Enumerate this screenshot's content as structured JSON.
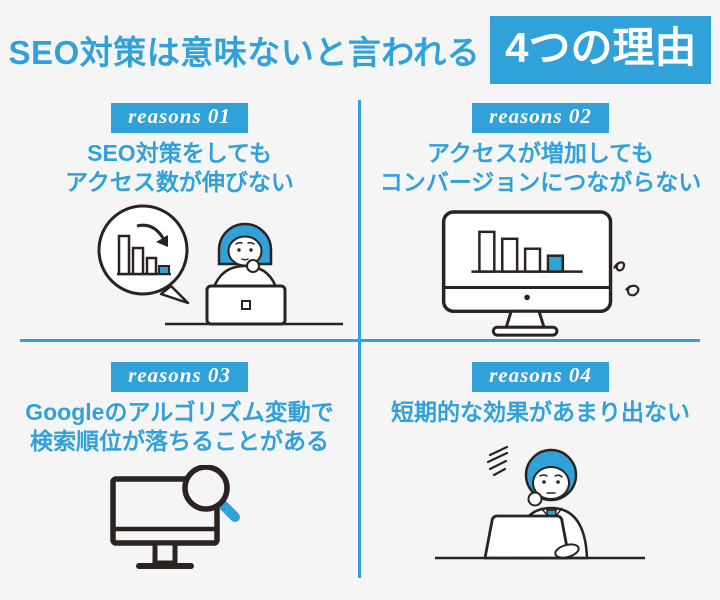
{
  "header": {
    "title": "SEO対策は意味ないと言われる",
    "highlight": "4つの理由"
  },
  "colors": {
    "accent": "#31a1da",
    "ink": "#2a2320",
    "bg": "#f5f5f6",
    "white": "#ffffff"
  },
  "reasons": [
    {
      "badge": "reasons 01",
      "heading_lines": [
        "SEO対策をしても",
        "アクセス数が伸びない"
      ],
      "illustration": "woman-thinking-at-laptop-with-declining-chart-bubble"
    },
    {
      "badge": "reasons 02",
      "heading_lines": [
        "アクセスが増加しても",
        "コンバージョンにつながらない"
      ],
      "illustration": "desktop-monitor-with-declining-bar-chart"
    },
    {
      "badge": "reasons 03",
      "heading_lines": [
        "Googleのアルゴリズム変動で",
        "検索順位が落ちることがある"
      ],
      "illustration": "monitor-with-magnifying-glass"
    },
    {
      "badge": "reasons 04",
      "heading_lines": [
        "短期的な効果があまり出ない"
      ],
      "illustration": "worried-man-at-laptop"
    }
  ],
  "chart_data": [
    {
      "type": "bar",
      "title": "declining traffic (speech bubble, reason 01)",
      "categories": [
        "1",
        "2",
        "3",
        "4"
      ],
      "values": [
        38,
        26,
        16,
        8
      ],
      "note": "last bar highlighted blue, downward arrow overlay"
    },
    {
      "type": "bar",
      "title": "declining conversions (monitor screen, reason 02)",
      "categories": [
        "1",
        "2",
        "3",
        "4"
      ],
      "values": [
        40,
        33,
        23,
        16
      ],
      "note": "last bar highlighted blue"
    }
  ]
}
